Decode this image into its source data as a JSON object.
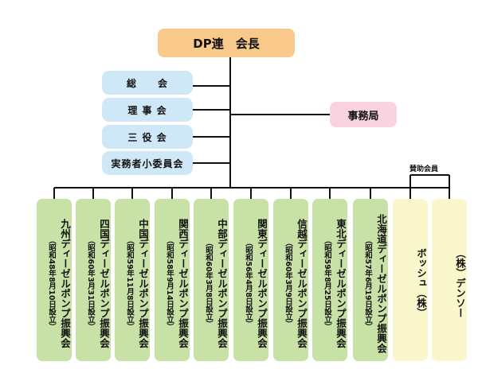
{
  "president": "DP連　会長",
  "left_boxes": [
    "総　　会",
    "理 事 会",
    "三 役 会",
    "実務者小委員会"
  ],
  "secretariat": "事務局",
  "sanjo_label": "賛助会員",
  "associations": [
    {
      "name": "九州ディーゼルポンプ振興会",
      "date": "（昭和48年8月10日設立）"
    },
    {
      "name": "四国ディーゼルポンプ振興会",
      "date": "（昭和60年3月31日設立）"
    },
    {
      "name": "中国ディーゼルポンプ振興会",
      "date": "（昭和59年11月8日設立）"
    },
    {
      "name": "関西ディーゼルポンプ振興会",
      "date": "（昭和58年9月14日設立）"
    },
    {
      "name": "中部ディーゼルポンプ振興会",
      "date": "（昭和60年3月8日設立）"
    },
    {
      "name": "関東ディーゼルポンプ振興会",
      "date": "（昭和56年4月8日設立）"
    },
    {
      "name": "信越ディーゼルポンプ振興会",
      "date": "（昭和60年3月9日設立）"
    },
    {
      "name": "東北ディーゼルポンプ振興会",
      "date": "（昭和59年8月25日設立）"
    },
    {
      "name": "北海道ディーゼルポンプ振興会",
      "date": "（昭和57年6月19日設立）"
    }
  ],
  "supporters": [
    "ボッシュ（株）",
    "（株）デンソー"
  ],
  "colors": {
    "president": "#f8c98a",
    "left_boxes": "#cfe8f7",
    "secretariat": "#f9d3df",
    "associations": "#c8e1a6",
    "supporters": "#fbf7cd",
    "lines": "#111111"
  }
}
